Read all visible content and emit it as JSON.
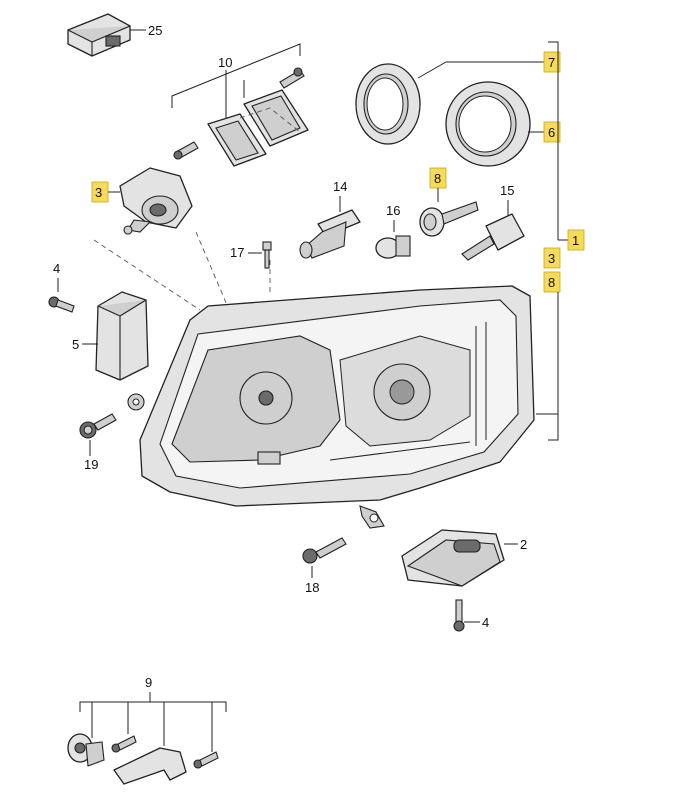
{
  "diagram": {
    "callouts": {
      "c25": "25",
      "c10": "10",
      "c7": "7",
      "c6": "6",
      "c3a": "3",
      "c14": "14",
      "c8a": "8",
      "c15": "15",
      "c16": "16",
      "c1": "1",
      "c3b": "3",
      "c8b": "8",
      "c17": "17",
      "c4a": "4",
      "c5": "5",
      "c19": "19",
      "c2": "2",
      "c18": "18",
      "c4b": "4",
      "c9": "9"
    },
    "highlight_color": "#f6db5a"
  }
}
